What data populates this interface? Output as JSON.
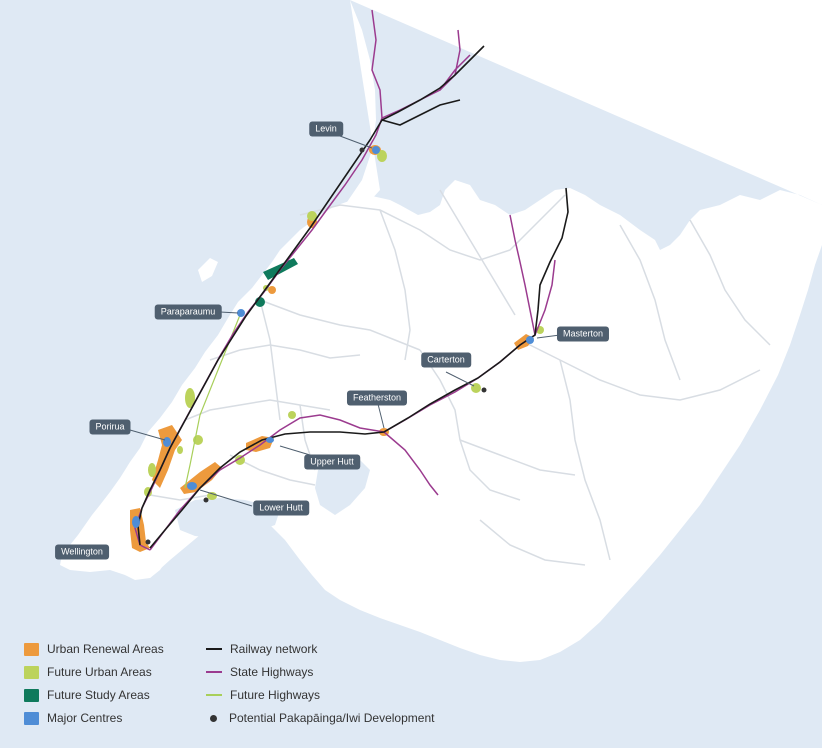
{
  "colors": {
    "sea": "#dfe9f4",
    "land": "#ffffff",
    "boundary": "#d8dde3",
    "urban_renewal": "#ed9a3d",
    "future_urban": "#bcd35c",
    "future_study": "#0f7a5c",
    "major_centre": "#4f8dd6",
    "railway": "#1a1a1a",
    "state_highway": "#9b3b8f",
    "future_highway": "#a8cf5a",
    "iwi_development": "#333333",
    "label_bg": "#4f5f6f"
  },
  "centres": [
    {
      "name": "Levin"
    },
    {
      "name": "Paraparaumu"
    },
    {
      "name": "Porirua"
    },
    {
      "name": "Wellington"
    },
    {
      "name": "Lower Hutt"
    },
    {
      "name": "Upper Hutt"
    },
    {
      "name": "Featherston"
    },
    {
      "name": "Carterton"
    },
    {
      "name": "Masterton"
    }
  ],
  "legend": {
    "areas": [
      {
        "label": "Urban Renewal Areas",
        "color": "#ed9a3d"
      },
      {
        "label": "Future Urban Areas",
        "color": "#bcd35c"
      },
      {
        "label": "Future Study Areas",
        "color": "#0f7a5c"
      },
      {
        "label": "Major Centres",
        "color": "#4f8dd6"
      }
    ],
    "lines": [
      {
        "label": "Railway network",
        "color": "#1a1a1a"
      },
      {
        "label": "State Highways",
        "color": "#9b3b8f"
      },
      {
        "label": "Future Highways",
        "color": "#a8cf5a"
      }
    ],
    "point": {
      "label": "Potential Pakapāinga/Iwi Development",
      "color": "#333333"
    }
  }
}
